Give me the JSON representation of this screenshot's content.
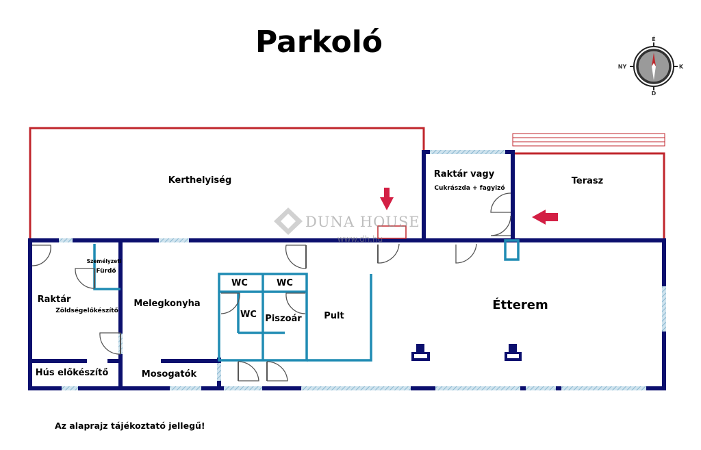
{
  "title": "Parkoló",
  "compass": {
    "north": "É",
    "west": "NY",
    "east": "K",
    "south": "D"
  },
  "rooms": {
    "garden": "Kerthelyiség",
    "storage_top_line1": "Raktár vagy",
    "storage_top_line2": "Cukrászda + fagyizó",
    "terrace": "Terasz",
    "staff": "Személyzeti",
    "shower": "Fürdő",
    "storage": "Raktár",
    "veg_prep": "Zöldségelőkészítő",
    "warm_kitchen": "Melegkonyha",
    "wc_1": "WC",
    "wc_2": "WC",
    "wc_3": "WC",
    "urinal": "Piszoár",
    "counter": "Pult",
    "restaurant": "Étterem",
    "meat_prep": "Hús előkészítő",
    "dishwashing": "Mosogatók"
  },
  "watermark": {
    "brand": "DUNA HOUSE",
    "url": "www.dh.hu"
  },
  "note": "Az alaprajz tájékoztató jellegű!",
  "colors": {
    "wall": "#0b0f6e",
    "outdoor": "#c0262c",
    "partition": "#1f8bb3",
    "door": "#555555",
    "window": "#9cc6da",
    "arrow": "#d31f44",
    "compass_ring": "#4a4a4a"
  }
}
